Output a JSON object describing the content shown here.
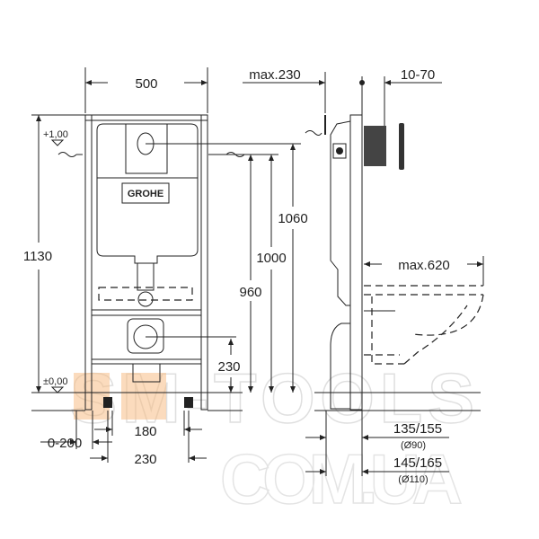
{
  "front_view": {
    "width_label": "500",
    "height_total_label": "1130",
    "level_top_label": "+1,00",
    "level_zero_label": "±0,00",
    "dim_1060": "1060",
    "dim_1000": "1000",
    "dim_960": "960",
    "dim_230_drain": "230",
    "dim_0_200": "0-200",
    "dim_180": "180",
    "dim_230_feet": "230",
    "brand_logo": "GROHE"
  },
  "side_view": {
    "max_230": "max.230",
    "dim_10_70": "10-70",
    "max_620": "max.620",
    "dim_135_155": "135/155",
    "dia_90": "(Ø90)",
    "dim_145_165": "145/165",
    "dia_110": "(Ø110)"
  },
  "watermark": {
    "line1": "SM-TOOLS",
    "line2": "COM.UA",
    "colors": {
      "orange": "#f5b678",
      "grey": "#dcdcdc"
    }
  }
}
